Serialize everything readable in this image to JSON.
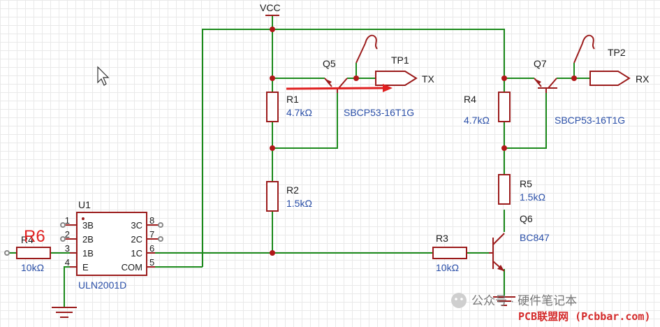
{
  "labels": {
    "vcc": "VCC",
    "q5_ref": "Q5",
    "q5_val": "SBCP53-16T1G",
    "q7_ref": "Q7",
    "q7_val": "SBCP53-16T1G",
    "q6_ref": "Q6",
    "q6_val": "BC847",
    "r1_ref": "R1",
    "r1_val": "4.7kΩ",
    "r2_ref": "R2",
    "r2_val": "1.5kΩ",
    "r3_ref": "R3",
    "r3_val": "10kΩ",
    "r4_ref": "R4",
    "r4_val": "4.7kΩ",
    "r5_ref": "R5",
    "r5_val": "1.5kΩ",
    "r6_ref": "R6",
    "r6_val": "10kΩ",
    "r6_orig_ref": "R4",
    "tp1": "TP1",
    "tp2": "TP2",
    "tx": "TX",
    "rx": "RX",
    "u1_ref": "U1",
    "u1_val": "ULN2001D"
  },
  "u1_pins": {
    "left": [
      {
        "num": "1",
        "name": "3B"
      },
      {
        "num": "2",
        "name": "2B"
      },
      {
        "num": "3",
        "name": "1B"
      },
      {
        "num": "4",
        "name": "E"
      }
    ],
    "right": [
      {
        "num": "8",
        "name": "3C"
      },
      {
        "num": "7",
        "name": "2C"
      },
      {
        "num": "6",
        "name": "1C"
      },
      {
        "num": "5",
        "name": "COM"
      }
    ]
  },
  "watermark": {
    "account": "公众号 · 硬件笔记本",
    "site": "PCB联盟网 (Pcbbar.com)"
  },
  "colors": {
    "wire": "#1b8a1b",
    "component": "#9b1b1b",
    "value_text": "#2a4fa8",
    "annotation": "#e02020"
  }
}
